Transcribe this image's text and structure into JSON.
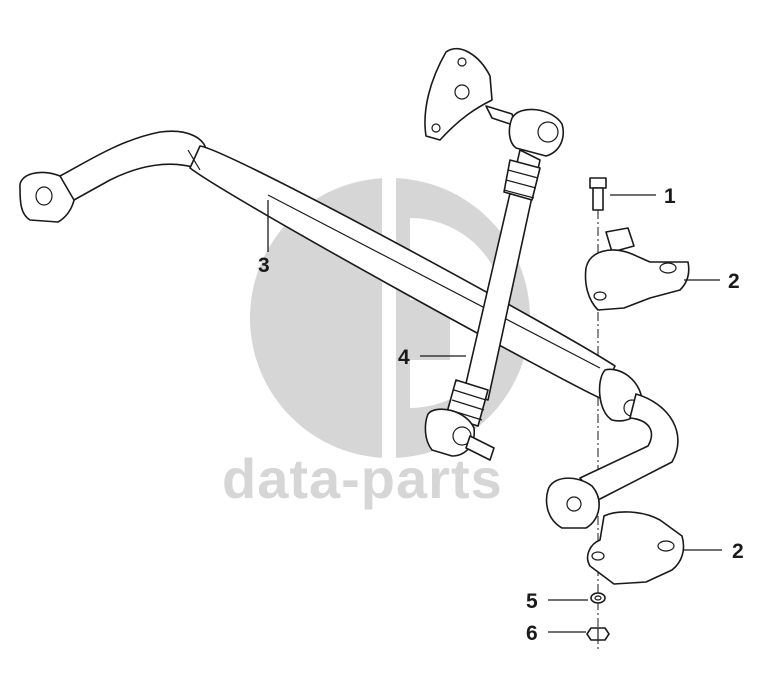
{
  "watermark": {
    "logo": "gp-logo",
    "text": "data-parts",
    "color": "#d6d6d6"
  },
  "callouts": [
    {
      "id": "1",
      "label": "1"
    },
    {
      "id": "2a",
      "label": "2"
    },
    {
      "id": "2b",
      "label": "2"
    },
    {
      "id": "3",
      "label": "3"
    },
    {
      "id": "4",
      "label": "4"
    },
    {
      "id": "5",
      "label": "5"
    },
    {
      "id": "6",
      "label": "6"
    }
  ],
  "colors": {
    "line": "#1a1a1a",
    "fill": "#ffffff",
    "watermark": "#d6d6d6"
  }
}
